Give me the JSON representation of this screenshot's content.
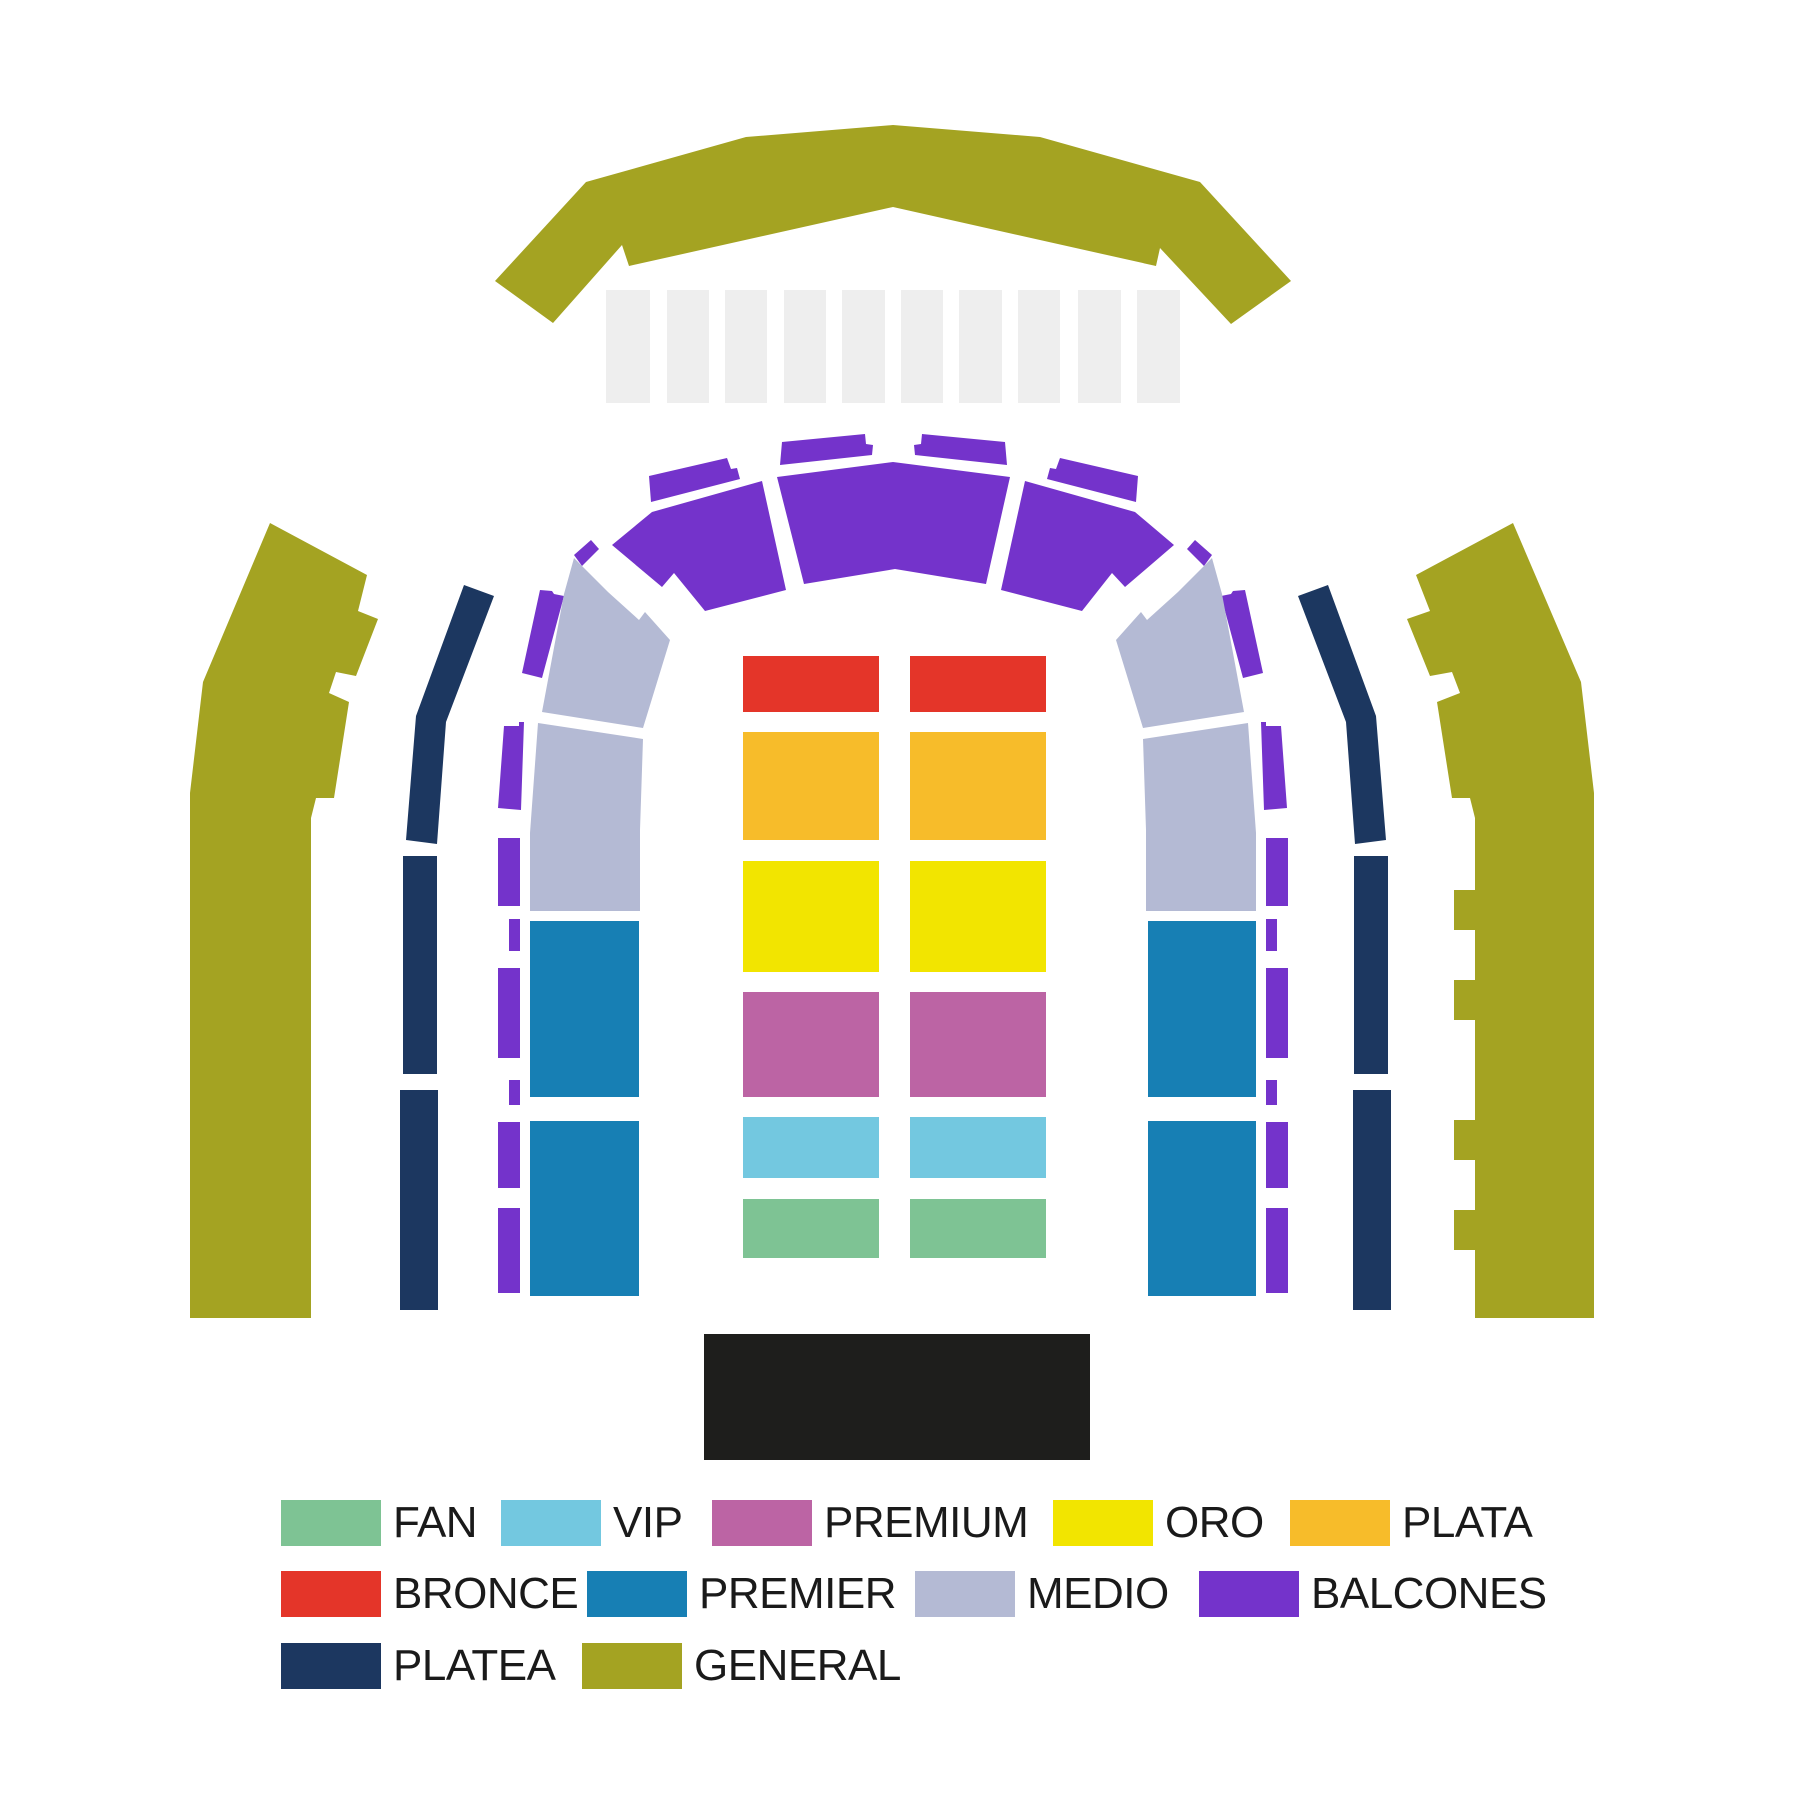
{
  "colors": {
    "fan": "#7ec394",
    "vip": "#73c8e0",
    "premium": "#bc64a4",
    "oro": "#f2e500",
    "plata": "#f7bc2a",
    "bronce": "#e43529",
    "premier": "#177fb4",
    "medio": "#b4bad4",
    "balcones": "#7433cb",
    "platea": "#1c3760",
    "general": "#a4a322",
    "stage": "#1e1e1c",
    "unavailable": "#eeeeee"
  },
  "legend": [
    {
      "key": "fan",
      "label": "FAN"
    },
    {
      "key": "vip",
      "label": "VIP"
    },
    {
      "key": "premium",
      "label": "PREMIUM"
    },
    {
      "key": "oro",
      "label": "ORO"
    },
    {
      "key": "plata",
      "label": "PLATA"
    },
    {
      "key": "bronce",
      "label": "BRONCE"
    },
    {
      "key": "premier",
      "label": "PREMIER"
    },
    {
      "key": "medio",
      "label": "MEDIO"
    },
    {
      "key": "balcones",
      "label": "BALCONES"
    },
    {
      "key": "platea",
      "label": "PLATEA"
    },
    {
      "key": "general",
      "label": "GENERAL"
    }
  ]
}
